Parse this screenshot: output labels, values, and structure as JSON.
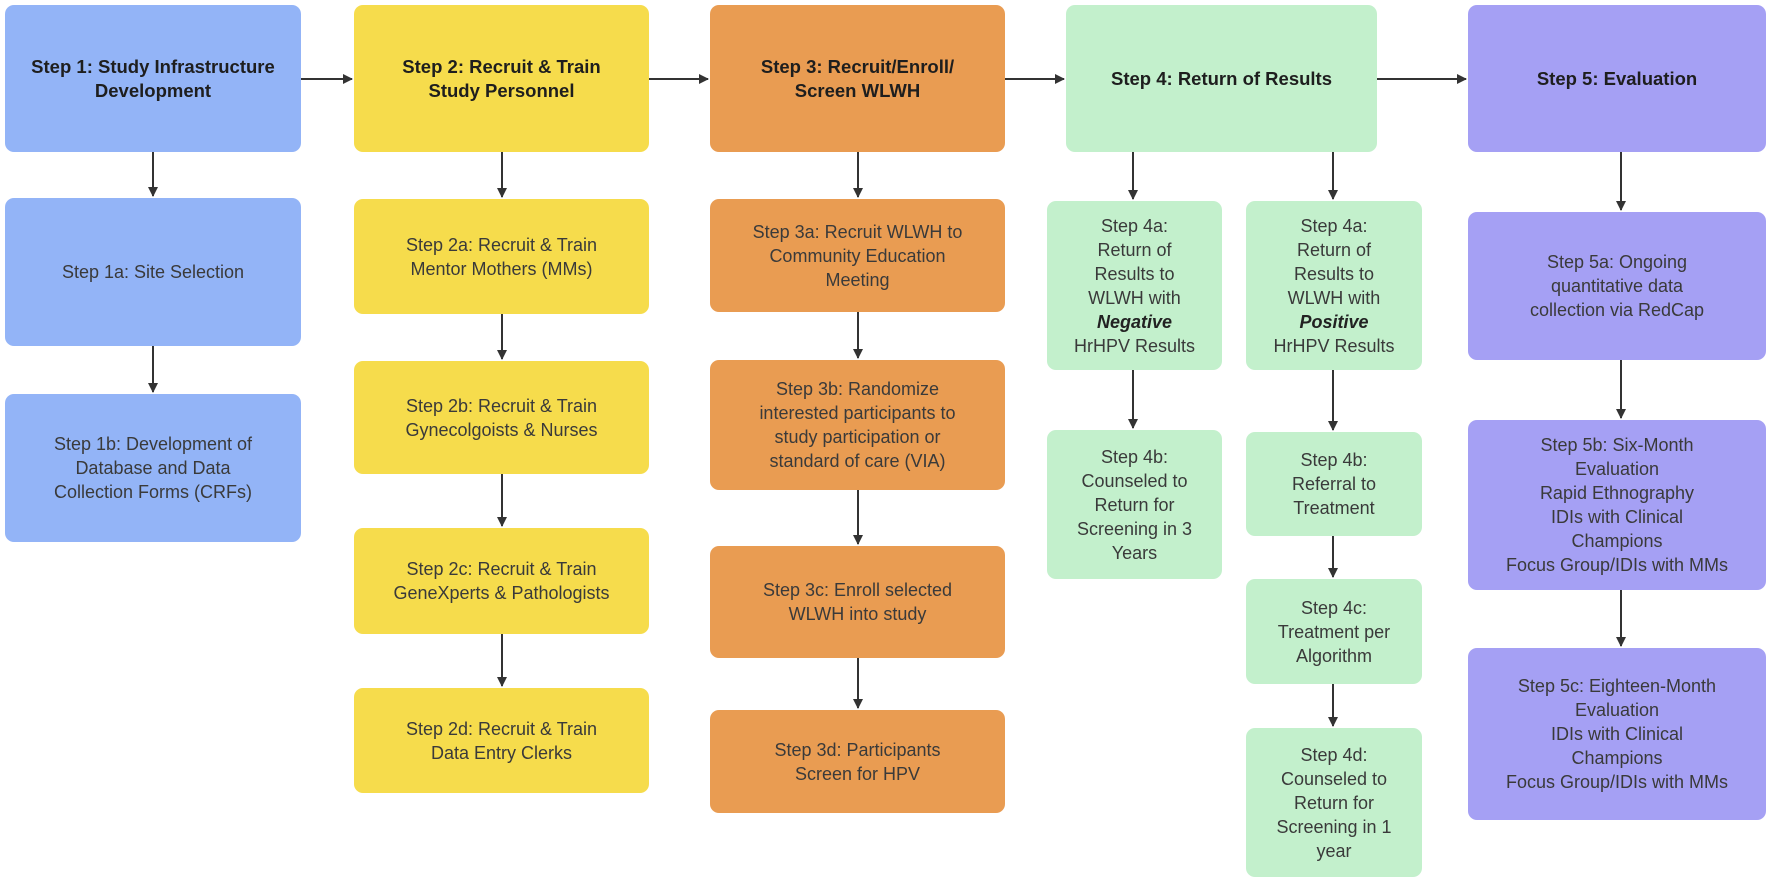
{
  "colors": {
    "step1": "#93b4f7",
    "step2": "#f6dc4c",
    "step3": "#e99c52",
    "step4": "#c3f0cc",
    "step5": "#a5a0f4",
    "arrow": "#333333"
  },
  "step1": {
    "header": "Step 1: Study Infrastructure\nDevelopment",
    "a": "Step 1a: Site Selection",
    "b": "Step 1b: Development of\nDatabase and Data\nCollection Forms (CRFs)"
  },
  "step2": {
    "header": "Step 2:  Recruit & Train\nStudy Personnel",
    "a": "Step 2a:  Recruit & Train\nMentor Mothers (MMs)",
    "b": "Step 2b:  Recruit & Train\nGynecolgoists & Nurses",
    "c": "Step 2c:  Recruit & Train\nGeneXperts & Pathologists",
    "d": "Step 2d:  Recruit & Train\nData Entry Clerks"
  },
  "step3": {
    "header": "Step 3: Recruit/Enroll/\nScreen WLWH",
    "a": "Step 3a: Recruit WLWH to\nCommunity Education\nMeeting",
    "b": "Step 3b: Randomize\ninterested participants to\nstudy participation or\nstandard of care (VIA)",
    "c": "Step 3c: Enroll selected\nWLWH into study",
    "d": "Step 3d: Participants\nScreen for HPV"
  },
  "step4": {
    "header": "Step 4: Return of Results",
    "neg": {
      "a_pre": "Step 4a:\nReturn of\nResults to\nWLWH with",
      "a_em": "Negative",
      "a_post": "HrHPV Results",
      "b": "Step 4b:\nCounseled to\nReturn for\nScreening in 3\nYears"
    },
    "pos": {
      "a_pre": "Step 4a:\nReturn of\nResults to\nWLWH with",
      "a_em": "Positive",
      "a_post": "HrHPV Results",
      "b": "Step 4b:\nReferral to\nTreatment",
      "c": "Step 4c:\nTreatment per\nAlgorithm",
      "d": "Step 4d:\nCounseled to\nReturn for\nScreening in 1\nyear"
    }
  },
  "step5": {
    "header": "Step 5: Evaluation",
    "a": "Step 5a: Ongoing\nquantitative data\ncollection via RedCap",
    "b": "Step 5b: Six-Month\nEvaluation\nRapid Ethnography\nIDIs with Clinical\nChampions\nFocus Group/IDIs with MMs",
    "c": "Step 5c: Eighteen-Month\nEvaluation\nIDIs with Clinical\nChampions\nFocus Group/IDIs with MMs"
  }
}
